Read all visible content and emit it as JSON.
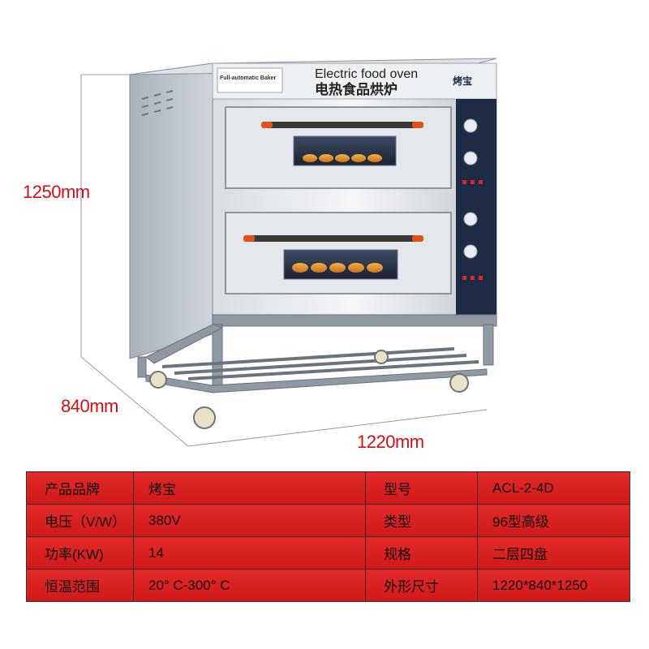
{
  "dimensions": {
    "height": "1250mm",
    "depth": "840mm",
    "width": "1220mm"
  },
  "oven": {
    "header_english": "Electric food oven",
    "header_chinese": "电热食品烘炉",
    "brand_badge": "烤宝",
    "plate_text": "Full-automatic Baker"
  },
  "specs": {
    "rows": [
      [
        "产品品牌",
        "烤宝",
        "型号",
        "ACL-2-4D"
      ],
      [
        "电压（V/W）",
        "380V",
        "类型",
        "96型高级"
      ],
      [
        "功率(KW)",
        "14",
        "规格",
        "二层四盘"
      ],
      [
        "恒温范围",
        "20° C-300° C",
        "外形尺寸",
        "1220*840*1250"
      ]
    ]
  },
  "colors": {
    "accent": "#d10f16",
    "table_bg": "#dd2020",
    "steel": "#c9cdd2",
    "frame": "#8f98a3"
  }
}
